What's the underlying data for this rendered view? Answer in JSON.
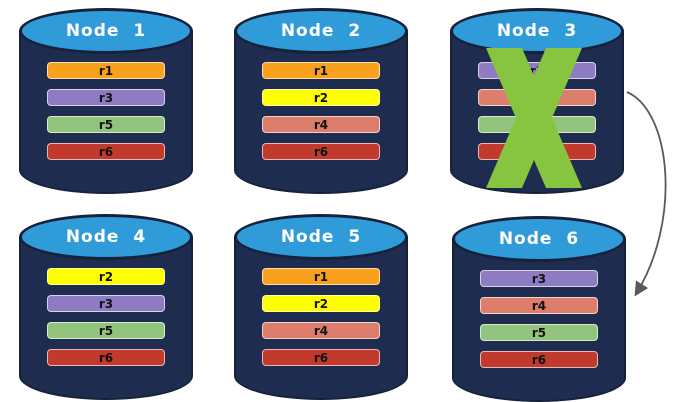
{
  "colors": {
    "cylinder_body": "#1E2C50",
    "cylinder_top": "#2F9CD9",
    "cylinder_outline": "#16213C",
    "title_text": "#FFFFFF",
    "bar_text": "#121212",
    "failure_x": "#87C540",
    "arrow": "#595959"
  },
  "icons": {
    "failure_x": "x-cross-icon",
    "arrow": "curved-arrow-icon"
  },
  "nodes": [
    {
      "title": "Node 1",
      "failed": false,
      "replicas": [
        {
          "label": "r1",
          "color": "#F9A11C"
        },
        {
          "label": "r3",
          "color": "#8E7CC3"
        },
        {
          "label": "r5",
          "color": "#93C47D"
        },
        {
          "label": "r6",
          "color": "#C13A2B"
        }
      ]
    },
    {
      "title": "Node 2",
      "failed": false,
      "replicas": [
        {
          "label": "r1",
          "color": "#F9A11C"
        },
        {
          "label": "r2",
          "color": "#FEFE00"
        },
        {
          "label": "r4",
          "color": "#DC7E6B"
        },
        {
          "label": "r6",
          "color": "#C13A2B"
        }
      ]
    },
    {
      "title": "Node 3",
      "failed": true,
      "replicas": [
        {
          "label": "r3",
          "color": "#8E7CC3"
        },
        {
          "label": "r4",
          "color": "#DC7E6B"
        },
        {
          "label": "r5",
          "color": "#93C47D"
        },
        {
          "label": "r6",
          "color": "#C13A2B"
        }
      ]
    },
    {
      "title": "Node 4",
      "failed": false,
      "replicas": [
        {
          "label": "r2",
          "color": "#FEFE00"
        },
        {
          "label": "r3",
          "color": "#8E7CC3"
        },
        {
          "label": "r5",
          "color": "#93C47D"
        },
        {
          "label": "r6",
          "color": "#C13A2B"
        }
      ]
    },
    {
      "title": "Node 5",
      "failed": false,
      "replicas": [
        {
          "label": "r1",
          "color": "#F9A11C"
        },
        {
          "label": "r2",
          "color": "#FEFE00"
        },
        {
          "label": "r4",
          "color": "#DC7E6B"
        },
        {
          "label": "r6",
          "color": "#C13A2B"
        }
      ]
    },
    {
      "title": "Node 6",
      "failed": false,
      "replicas": [
        {
          "label": "r3",
          "color": "#8E7CC3"
        },
        {
          "label": "r4",
          "color": "#DC7E6B"
        },
        {
          "label": "r5",
          "color": "#93C47D"
        },
        {
          "label": "r6",
          "color": "#C13A2B"
        }
      ]
    }
  ]
}
